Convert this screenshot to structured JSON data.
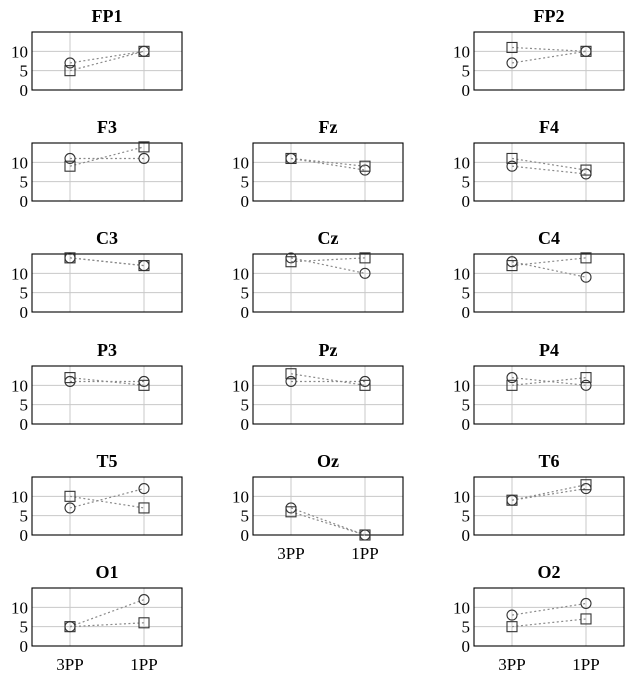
{
  "chart_data": [
    {
      "type": "line",
      "title": "FP1",
      "categories": [
        "3PP",
        "1PP"
      ],
      "ylim": [
        0,
        15
      ],
      "yticks": [
        0,
        5,
        10
      ],
      "grid": true,
      "markers": [
        "circle",
        "square"
      ],
      "series": [
        {
          "values": [
            7,
            10
          ]
        },
        {
          "values": [
            5,
            10
          ]
        }
      ]
    },
    {
      "type": "line",
      "title": "FP2",
      "categories": [
        "3PP",
        "1PP"
      ],
      "ylim": [
        0,
        15
      ],
      "yticks": [
        0,
        5,
        10
      ],
      "grid": true,
      "markers": [
        "circle",
        "square"
      ],
      "series": [
        {
          "values": [
            7,
            10
          ]
        },
        {
          "values": [
            11,
            10
          ]
        }
      ]
    },
    {
      "type": "line",
      "title": "F3",
      "categories": [
        "3PP",
        "1PP"
      ],
      "ylim": [
        0,
        15
      ],
      "yticks": [
        0,
        5,
        10
      ],
      "grid": true,
      "markers": [
        "circle",
        "square"
      ],
      "series": [
        {
          "values": [
            11,
            11
          ]
        },
        {
          "values": [
            9,
            14
          ]
        }
      ]
    },
    {
      "type": "line",
      "title": "Fz",
      "categories": [
        "3PP",
        "1PP"
      ],
      "ylim": [
        0,
        15
      ],
      "yticks": [
        0,
        5,
        10
      ],
      "grid": true,
      "markers": [
        "circle",
        "square"
      ],
      "series": [
        {
          "values": [
            11,
            8
          ]
        },
        {
          "values": [
            11,
            9
          ]
        }
      ]
    },
    {
      "type": "line",
      "title": "F4",
      "categories": [
        "3PP",
        "1PP"
      ],
      "ylim": [
        0,
        15
      ],
      "yticks": [
        0,
        5,
        10
      ],
      "grid": true,
      "markers": [
        "circle",
        "square"
      ],
      "series": [
        {
          "values": [
            9,
            7
          ]
        },
        {
          "values": [
            11,
            8
          ]
        }
      ]
    },
    {
      "type": "line",
      "title": "C3",
      "categories": [
        "3PP",
        "1PP"
      ],
      "ylim": [
        0,
        15
      ],
      "yticks": [
        0,
        5,
        10
      ],
      "grid": true,
      "markers": [
        "circle",
        "square"
      ],
      "series": [
        {
          "values": [
            14,
            12
          ]
        },
        {
          "values": [
            14,
            12
          ]
        }
      ]
    },
    {
      "type": "line",
      "title": "Cz",
      "categories": [
        "3PP",
        "1PP"
      ],
      "ylim": [
        0,
        15
      ],
      "yticks": [
        0,
        5,
        10
      ],
      "grid": true,
      "markers": [
        "circle",
        "square"
      ],
      "series": [
        {
          "values": [
            14,
            10
          ]
        },
        {
          "values": [
            13,
            14
          ]
        }
      ]
    },
    {
      "type": "line",
      "title": "C4",
      "categories": [
        "3PP",
        "1PP"
      ],
      "ylim": [
        0,
        15
      ],
      "yticks": [
        0,
        5,
        10
      ],
      "grid": true,
      "markers": [
        "circle",
        "square"
      ],
      "series": [
        {
          "values": [
            13,
            9
          ]
        },
        {
          "values": [
            12,
            14
          ]
        }
      ]
    },
    {
      "type": "line",
      "title": "P3",
      "categories": [
        "3PP",
        "1PP"
      ],
      "ylim": [
        0,
        15
      ],
      "yticks": [
        0,
        5,
        10
      ],
      "grid": true,
      "markers": [
        "circle",
        "square"
      ],
      "series": [
        {
          "values": [
            11,
            11
          ]
        },
        {
          "values": [
            12,
            10
          ]
        }
      ]
    },
    {
      "type": "line",
      "title": "Pz",
      "categories": [
        "3PP",
        "1PP"
      ],
      "ylim": [
        0,
        15
      ],
      "yticks": [
        0,
        5,
        10
      ],
      "grid": true,
      "markers": [
        "circle",
        "square"
      ],
      "series": [
        {
          "values": [
            11,
            11
          ]
        },
        {
          "values": [
            13,
            10
          ]
        }
      ]
    },
    {
      "type": "line",
      "title": "P4",
      "categories": [
        "3PP",
        "1PP"
      ],
      "ylim": [
        0,
        15
      ],
      "yticks": [
        0,
        5,
        10
      ],
      "grid": true,
      "markers": [
        "circle",
        "square"
      ],
      "series": [
        {
          "values": [
            12,
            10
          ]
        },
        {
          "values": [
            10,
            12
          ]
        }
      ]
    },
    {
      "type": "line",
      "title": "T5",
      "categories": [
        "3PP",
        "1PP"
      ],
      "ylim": [
        0,
        15
      ],
      "yticks": [
        0,
        5,
        10
      ],
      "grid": true,
      "markers": [
        "circle",
        "square"
      ],
      "series": [
        {
          "values": [
            7,
            12
          ]
        },
        {
          "values": [
            10,
            7
          ]
        }
      ]
    },
    {
      "type": "line",
      "title": "Oz",
      "categories": [
        "3PP",
        "1PP"
      ],
      "ylim": [
        0,
        15
      ],
      "yticks": [
        0,
        5,
        10
      ],
      "grid": true,
      "markers": [
        "circle",
        "square"
      ],
      "series": [
        {
          "values": [
            7,
            0
          ]
        },
        {
          "values": [
            6,
            0
          ]
        }
      ]
    },
    {
      "type": "line",
      "title": "T6",
      "categories": [
        "3PP",
        "1PP"
      ],
      "ylim": [
        0,
        15
      ],
      "yticks": [
        0,
        5,
        10
      ],
      "grid": true,
      "markers": [
        "circle",
        "square"
      ],
      "series": [
        {
          "values": [
            9,
            12
          ]
        },
        {
          "values": [
            9,
            13
          ]
        }
      ]
    },
    {
      "type": "line",
      "title": "O1",
      "categories": [
        "3PP",
        "1PP"
      ],
      "ylim": [
        0,
        15
      ],
      "yticks": [
        0,
        5,
        10
      ],
      "grid": true,
      "markers": [
        "circle",
        "square"
      ],
      "series": [
        {
          "values": [
            5,
            12
          ]
        },
        {
          "values": [
            5,
            6
          ]
        }
      ]
    },
    {
      "type": "line",
      "title": "O2",
      "categories": [
        "3PP",
        "1PP"
      ],
      "ylim": [
        0,
        15
      ],
      "yticks": [
        0,
        5,
        10
      ],
      "grid": true,
      "markers": [
        "circle",
        "square"
      ],
      "series": [
        {
          "values": [
            8,
            11
          ]
        },
        {
          "values": [
            5,
            7
          ]
        }
      ]
    }
  ]
}
